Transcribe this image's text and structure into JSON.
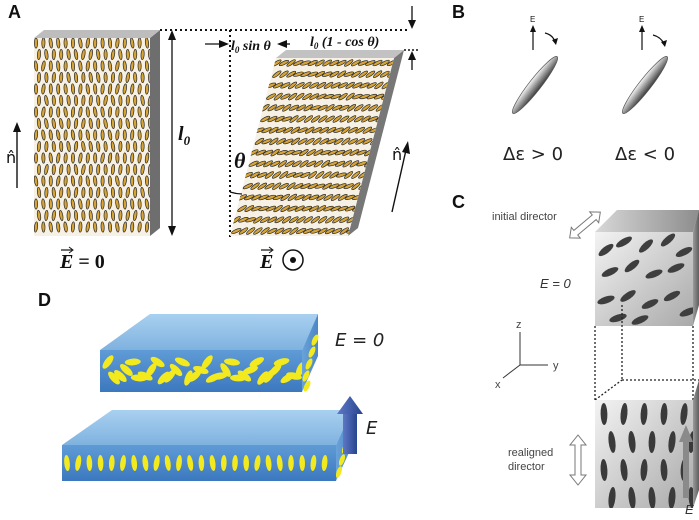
{
  "panels": {
    "a": {
      "letter": "A",
      "label_l0": "l",
      "label_l0_sub": "0",
      "label_director": "n̂",
      "label_l0_sin_prefix": "l",
      "label_l0_sin_sub": "0",
      "label_l0_sin_suffix": " sin θ",
      "label_l0_cos_prefix": "l",
      "label_l0_cos_sub": "0",
      "label_l0_cos_suffix": " (1 - cos θ)",
      "label_theta": "θ",
      "label_E_zero_prefix": "E",
      "label_E_zero_suffix": " = 0",
      "label_E_dot": "E"
    },
    "b": {
      "letter": "B",
      "field_label_left": "E",
      "field_label_right": "E",
      "caption_left": "Δε > 0",
      "caption_right": "Δε < 0"
    },
    "c": {
      "letter": "C",
      "initial_director": "initial director",
      "e_zero": "E = 0",
      "axis_z": "z",
      "axis_y": "y",
      "axis_x": "x",
      "realigned_line1": "realigned",
      "realigned_line2": "director",
      "field_label": "E"
    },
    "d": {
      "letter": "D",
      "e_zero": "E = 0",
      "field_label": "E"
    }
  },
  "colors": {
    "lc_gold": "#d7a437",
    "slab_blue": "#9ec7ea",
    "ellipse_yellow": "#f2ea1e",
    "arrow_blue": "#2d4f9e"
  }
}
